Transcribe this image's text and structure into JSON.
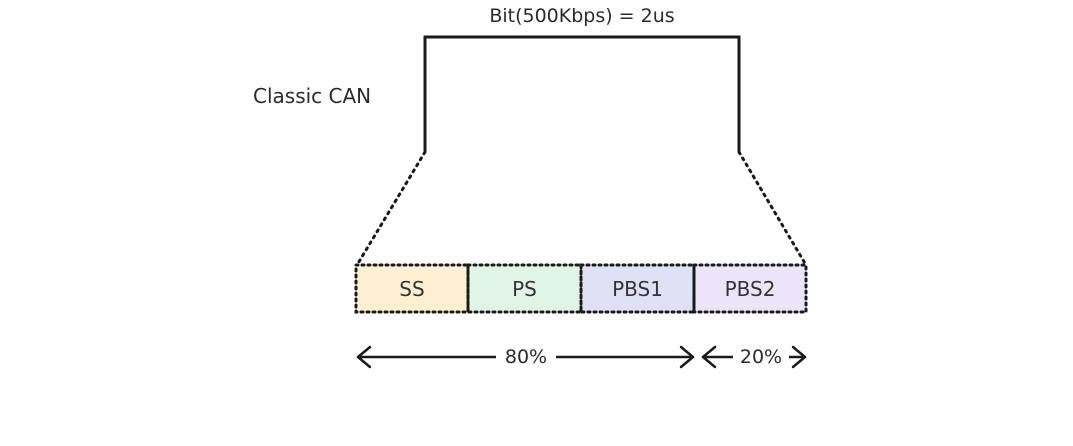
{
  "diagram": {
    "title": "Bit(500Kbps) = 2us",
    "side_label": "Classic CAN",
    "segments": [
      {
        "label": "SS",
        "fill": "#fdf0d2"
      },
      {
        "label": "PS",
        "fill": "#e1f5e7"
      },
      {
        "label": "PBS1",
        "fill": "#dfe1f5"
      },
      {
        "label": "PBS2",
        "fill": "#ece5fa"
      }
    ],
    "spans": {
      "left": "80%",
      "right": "20%"
    },
    "colors": {
      "line": "#1a1a1a",
      "text": "#2b2b2b"
    }
  }
}
